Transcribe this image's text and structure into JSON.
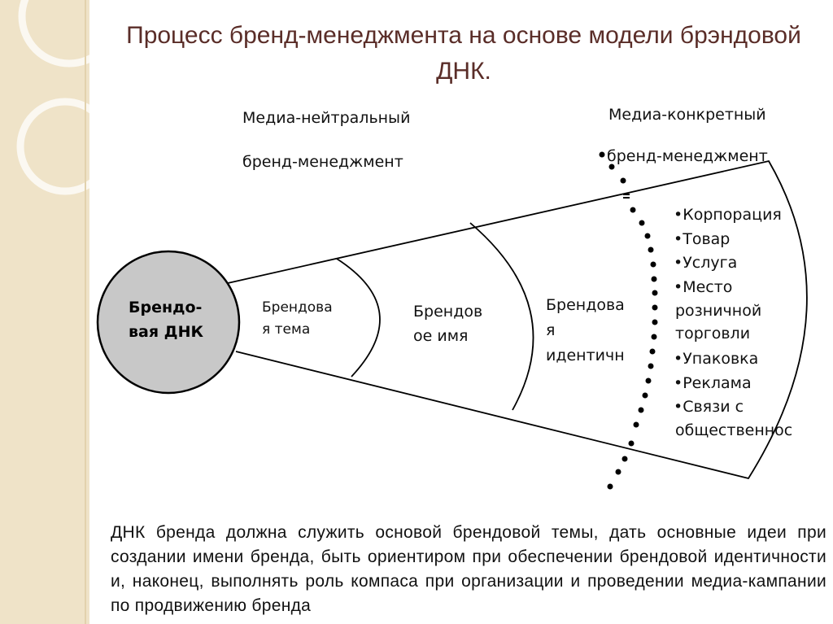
{
  "slide": {
    "title": "Процесс бренд-менеджмента на основе модели брэндовой ДНК."
  },
  "diagram": {
    "neutral_header": [
      "Медиа-нейтральный",
      "бренд-менеджмент"
    ],
    "specific_header": [
      "Медиа-конкретный",
      "бренд-менеджмент"
    ],
    "core_label": [
      "Брендо-",
      "вая ДНК"
    ],
    "zone_theme": [
      "Брендова",
      "я тема"
    ],
    "zone_name": [
      "Брендов",
      "ое имя"
    ],
    "zone_identity": [
      "Брендова",
      "я",
      "идентичн"
    ],
    "touchpoints": [
      "•Корпорация",
      "•Товар",
      "•Услуга",
      "•Место",
      "розничной",
      "торговли",
      "•Упаковка",
      "•Реклама",
      "•Связи с",
      "общественнос"
    ]
  },
  "caption": {
    "text": "ДНК бренда должна служить основой брендовой темы, дать основные идеи при создании имени бренда, быть ориентиром при обеспечении брендовой идентичности и, наконец, выполнять роль компаса при организации и проведении медиа-кампании по продвижению бренда"
  },
  "colors": {
    "band": "#efe3c8",
    "title": "#5a2d28",
    "core_fill": "#c8c8c8"
  }
}
